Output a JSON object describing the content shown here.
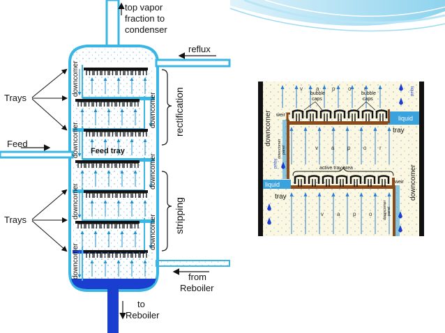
{
  "column_diagram": {
    "top_outlet_label": [
      "top vapor",
      "fraction to",
      "condenser"
    ],
    "reflux_label": "reflux",
    "feed_label": "Feed",
    "trays_label_upper": "Trays",
    "trays_label_lower": "Trays",
    "downcomer_label": "downcomer",
    "feed_tray_label": "Feed tray",
    "rectification_label": "rectification",
    "stripping_label": "stripping",
    "reboiler_return_label": [
      "from",
      "Reboiler"
    ],
    "bottom_outlet_label": [
      "to",
      "Reboiler"
    ]
  },
  "tray_detail": {
    "downcomer_label_left": "downcomer",
    "downcomer_label_right": "downcomer",
    "bubble_caps_label_left": [
      "bubble",
      "caps"
    ],
    "bubble_caps_label_right": [
      "bubble",
      "caps"
    ],
    "weir_label_upper": "weir",
    "weir_label_lower": "weir",
    "liquid_label_upper": "liquid",
    "liquid_label_lower": "liquid",
    "tray_label_upper": "tray",
    "tray_label_lower": "tray",
    "downcomer_panel_label": [
      "downcomer",
      "panel"
    ],
    "downcomer_panel_label_lower": [
      "downcomer",
      "panel"
    ],
    "vapor_letters": [
      "v",
      "a",
      "p",
      "o",
      "r"
    ],
    "active_area_label": "active tray area",
    "liquid_side_label_left": "liquid",
    "liquid_side_label_right": "liquid"
  },
  "colors": {
    "pipe_blue": "#39b6e3",
    "deep_blue": "#1a3fd0",
    "liquid_blue": "#3aa2dc",
    "tray_brown": "#8b4a1a",
    "tray_bg": "#fbf7e0",
    "frame_black": "#101010"
  }
}
